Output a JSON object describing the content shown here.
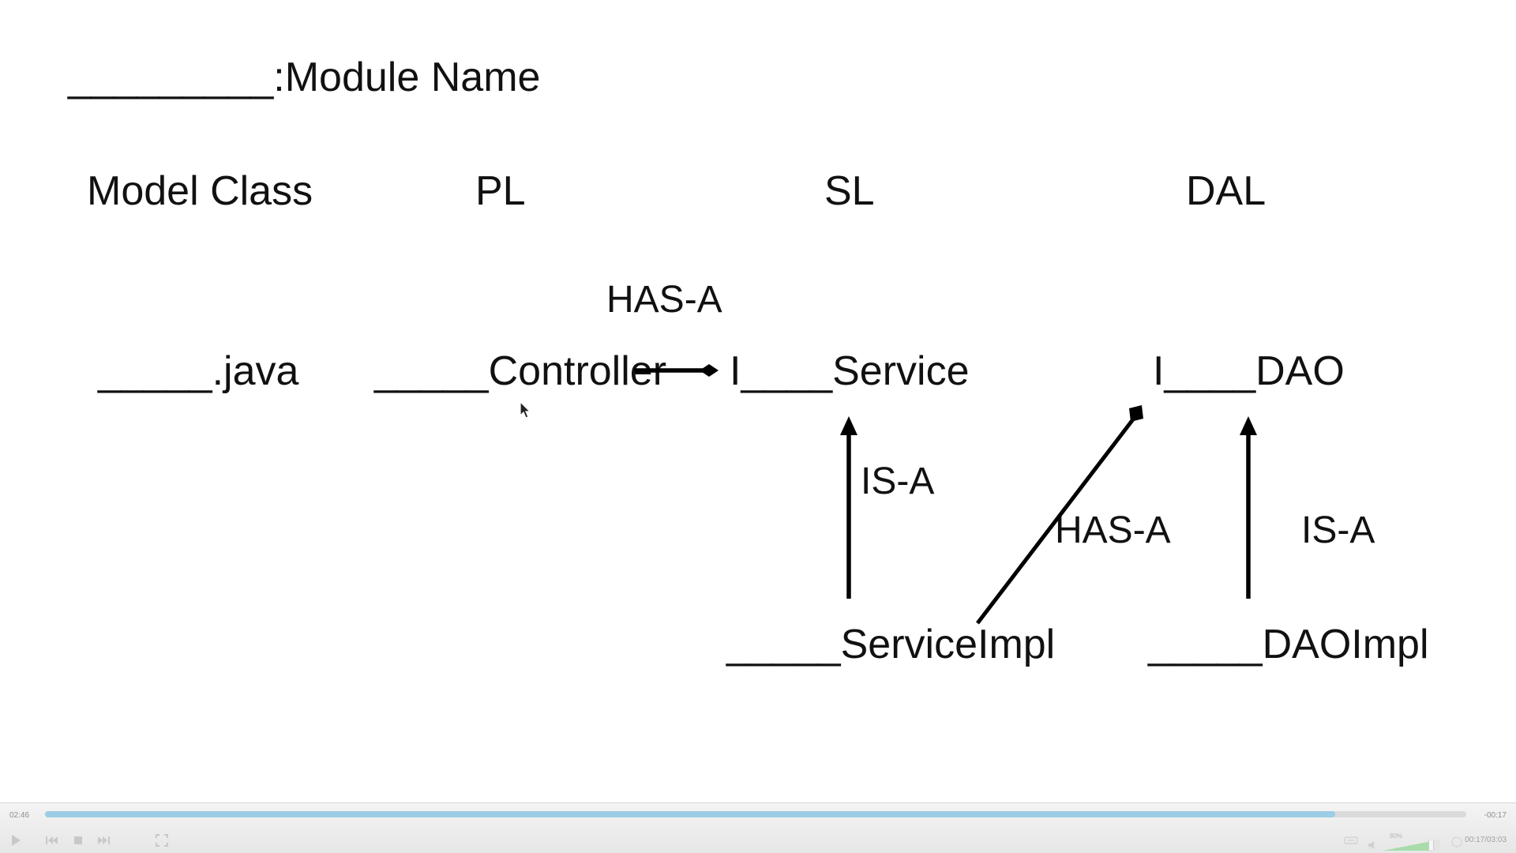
{
  "slide": {
    "title": "_________:Module Name",
    "headers": {
      "model": "Model Class",
      "pl": "PL",
      "sl": "SL",
      "dal": "DAL"
    },
    "classes": {
      "model_java": "_____.java",
      "controller": "_____Controller",
      "iservice": "I____Service",
      "idao": "I____DAO",
      "service_impl": "_____ServiceImpl",
      "dao_impl": "_____DAOImpl"
    },
    "relations": {
      "controller_service": "HAS-A",
      "serviceimpl_iservice": "IS-A",
      "serviceimpl_idao": "HAS-A",
      "daoimpl_idao": "IS-A"
    }
  },
  "player": {
    "elapsed": "02:46",
    "remaining": "-00:17",
    "total": "00:17/03:03",
    "progress_fraction": 0.908,
    "volume_label": "80%",
    "volume_fraction": 0.8,
    "controls": [
      "play-icon",
      "skip-back-icon",
      "stop-icon",
      "skip-forward-icon",
      "fullscreen-icon",
      "captions-icon",
      "volume-icon"
    ]
  }
}
